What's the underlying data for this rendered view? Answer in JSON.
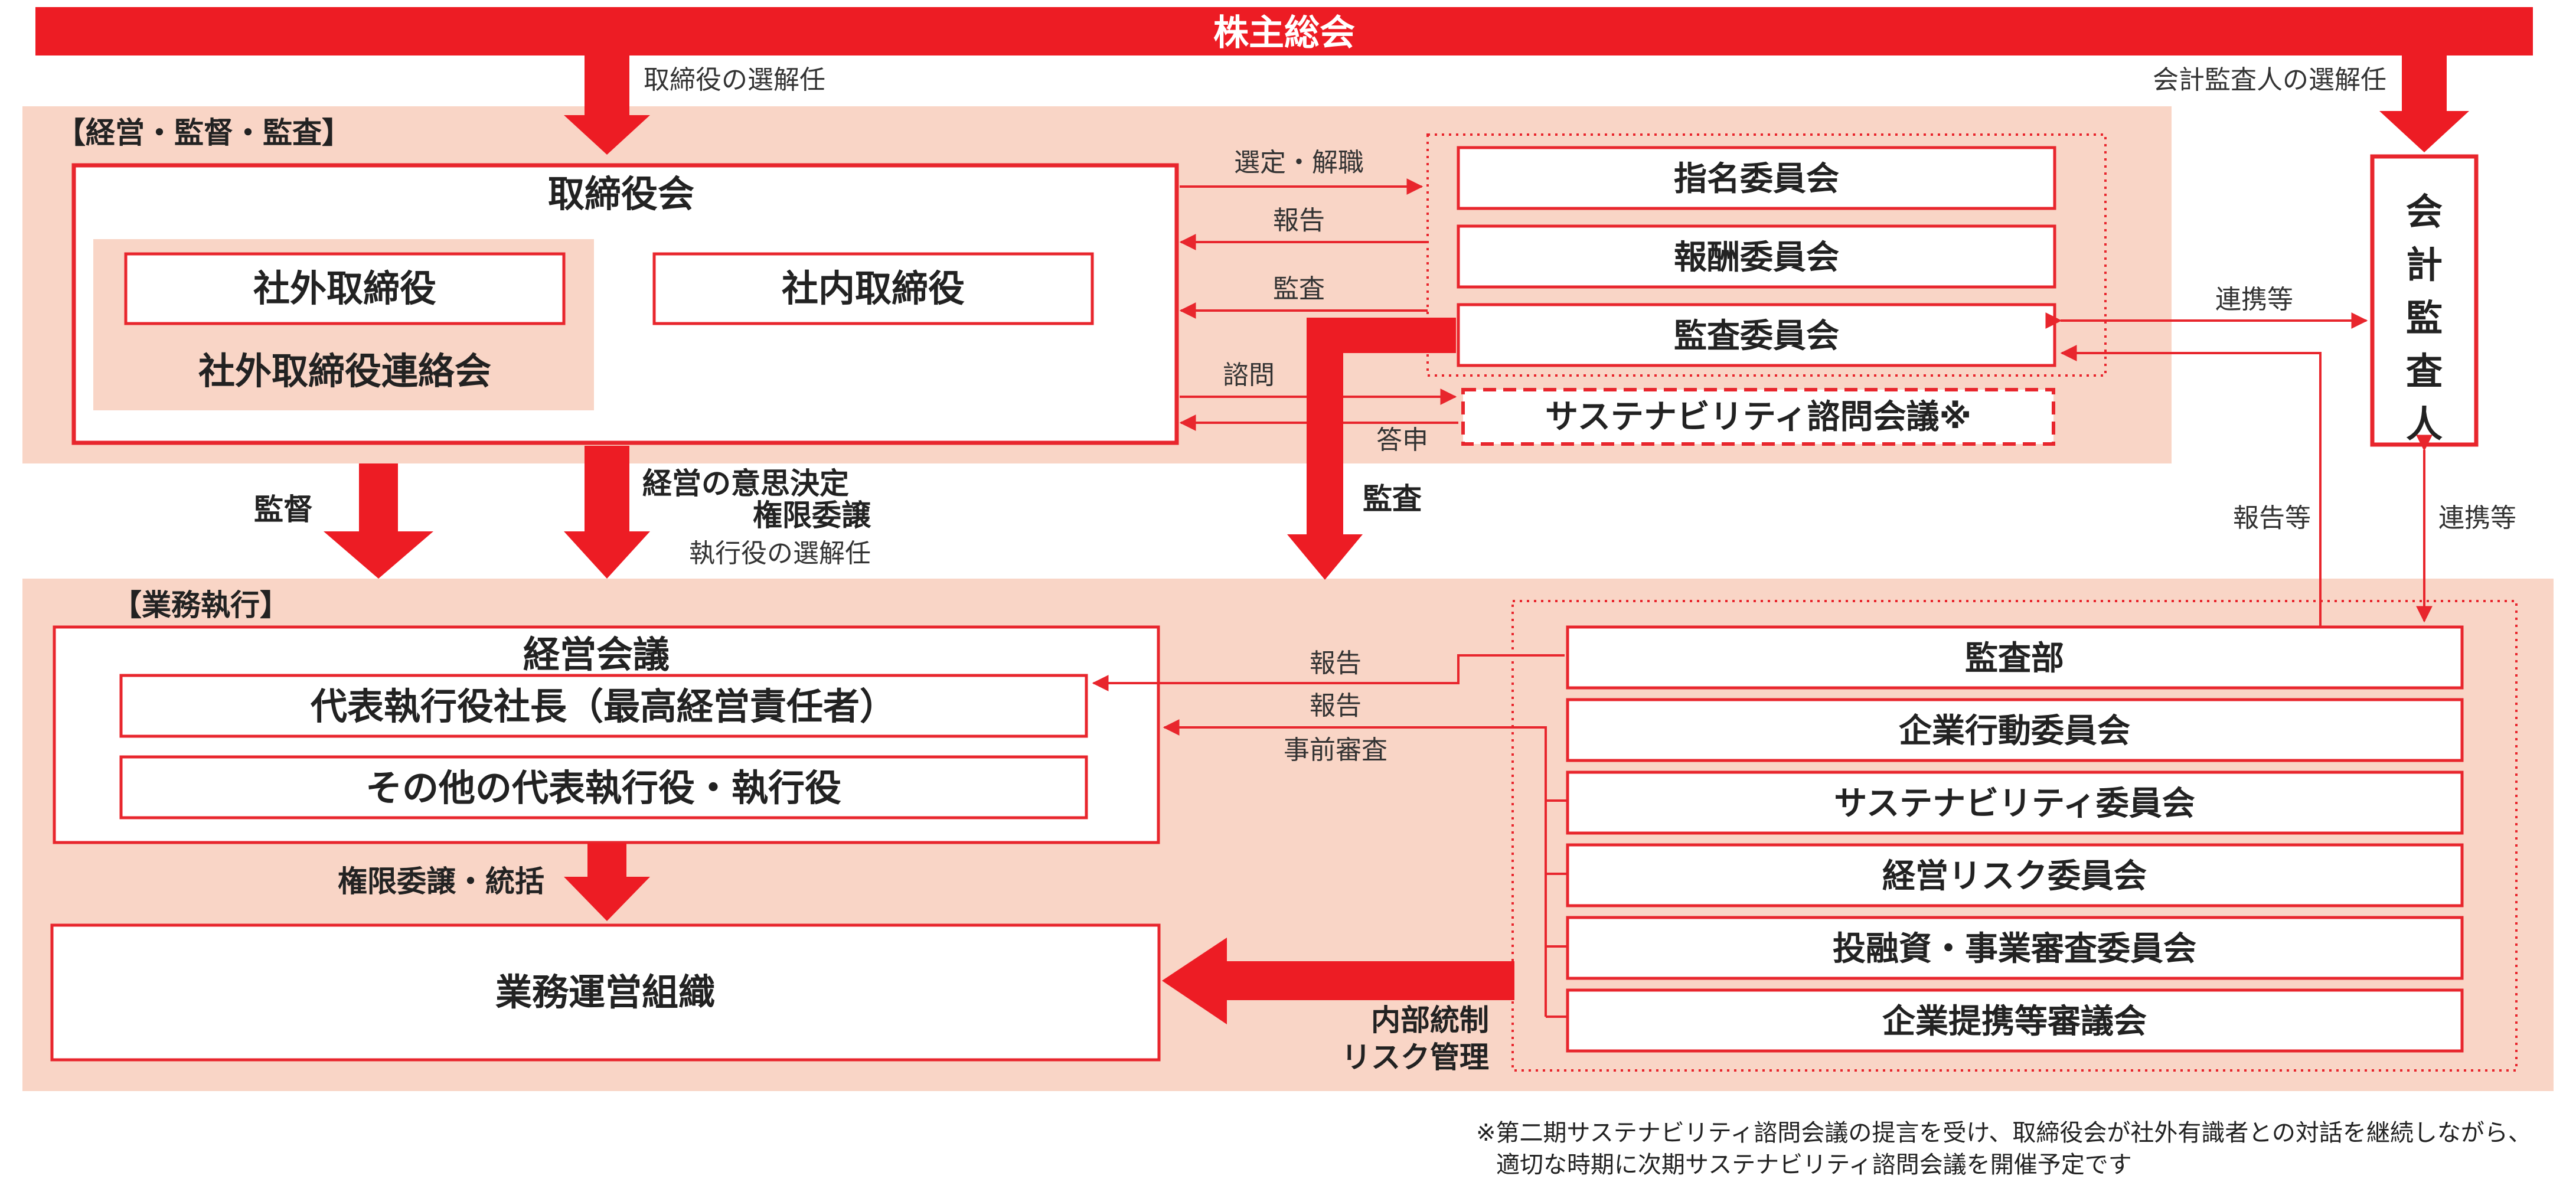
{
  "title": "株主総会",
  "top_labels": {
    "board_election": "取締役の選解任",
    "auditor_election": "会計監査人の選解任"
  },
  "sections": {
    "management": "【経営・監督・監査】",
    "execution": "【業務執行】"
  },
  "board": {
    "title": "取締役会",
    "outside": "社外取締役",
    "inside": "社内取締役",
    "outside_liaison": "社外取締役連絡会"
  },
  "committees": {
    "nomination": "指名委員会",
    "compensation": "報酬委員会",
    "audit": "監査委員会",
    "sustainability_advisory": "サステナビリティ諮問会議※"
  },
  "arrow_labels": {
    "select_dismiss": "選定・解職",
    "report": "報告",
    "audit_small": "監査",
    "consult": "諮問",
    "response": "答申",
    "cooperation": "連携等",
    "report_etc": "報告等",
    "cooperation2": "連携等",
    "supervision": "監督",
    "decision_line1": "経営の意思決定",
    "decision_line2": "権限委譲",
    "exec_election": "執行役の選解任",
    "audit_big": "監査",
    "report_exec1": "報告",
    "report_exec2": "報告",
    "pre_review": "事前審査",
    "delegation": "権限委譲・統括",
    "internal_control_line1": "内部統制",
    "internal_control_line2": "リスク管理"
  },
  "auditor": {
    "chars": [
      "会",
      "計",
      "監",
      "査",
      "人"
    ]
  },
  "management_meeting": {
    "title": "経営会議",
    "ceo": "代表執行役社長（最高経営責任者）",
    "others": "その他の代表執行役・執行役"
  },
  "operations": "業務運営組織",
  "exec_committees": [
    "監査部",
    "企業行動委員会",
    "サステナビリティ委員会",
    "経営リスク委員会",
    "投融資・事業審査委員会",
    "企業提携等審議会"
  ],
  "footnote": {
    "line1": "※第二期サステナビリティ諮問会議の提言を受け、取締役会が社外有識者との対話を継続しながら、",
    "line2": "適切な時期に次期サステナビリティ諮問会議を開催予定です"
  },
  "colors": {
    "accent_red": "#ed1c24",
    "section_bg": "#f9d5c6"
  }
}
